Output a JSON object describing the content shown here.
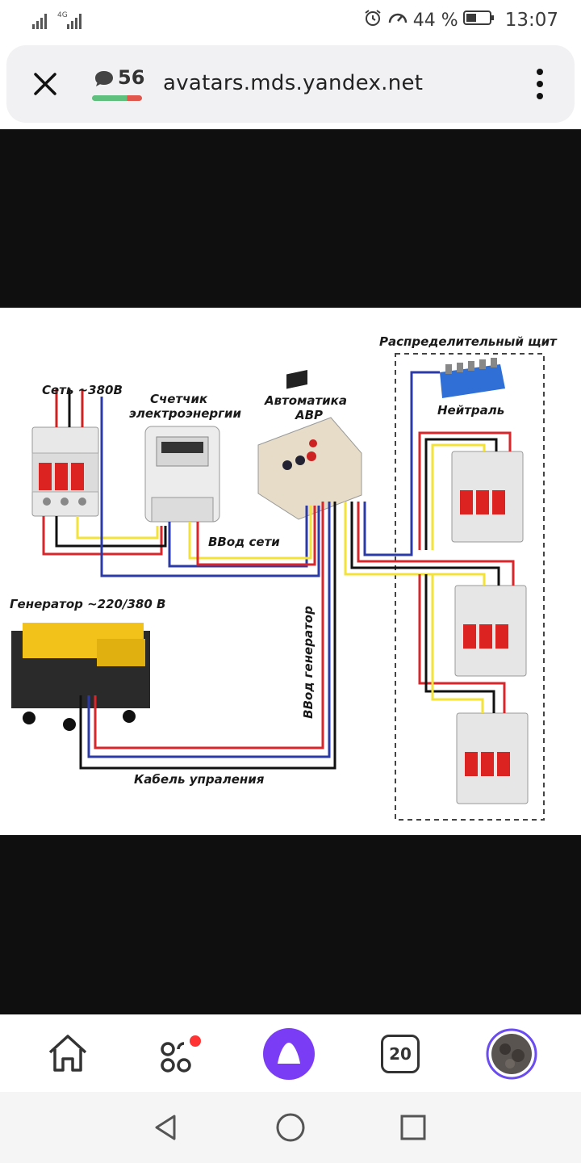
{
  "status_bar": {
    "network": "4G",
    "battery_percent": "44 %",
    "battery_level": 0.44,
    "time": "13:07",
    "icons": [
      "signal-icon",
      "alarm-icon",
      "data-saver-icon",
      "battery-icon"
    ]
  },
  "url_bar": {
    "comment_count": "56",
    "url": "avatars.mds.yandex.net",
    "icons": [
      "close-icon",
      "comment-icon",
      "more-vertical-icon"
    ]
  },
  "diagram": {
    "labels": {
      "network": "Сеть ~380В",
      "meter_line1": "Счетчик",
      "meter_line2": "электроэнергии",
      "automation_line1": "Автоматика",
      "automation_line2": "АВР",
      "panel": "Распределительный щит",
      "neutral": "Нейтраль",
      "grid_input": "ВВод сети",
      "generator": "Генератор ~220/380 В",
      "generator_input": "ВВод генератор",
      "control_cable": "Кабель упраления"
    },
    "colors": {
      "phase_red": "#d9262b",
      "phase_black": "#111111",
      "phase_yellow": "#f3e23a",
      "neutral_blue": "#2c3aa8"
    }
  },
  "bottom_nav": {
    "tabs_count": "20",
    "icons": [
      "home-icon",
      "services-icon",
      "alice-icon",
      "tabs-icon",
      "avatar"
    ]
  },
  "system_nav": {
    "icons": [
      "back-icon",
      "home-circle-icon",
      "recents-icon"
    ]
  }
}
